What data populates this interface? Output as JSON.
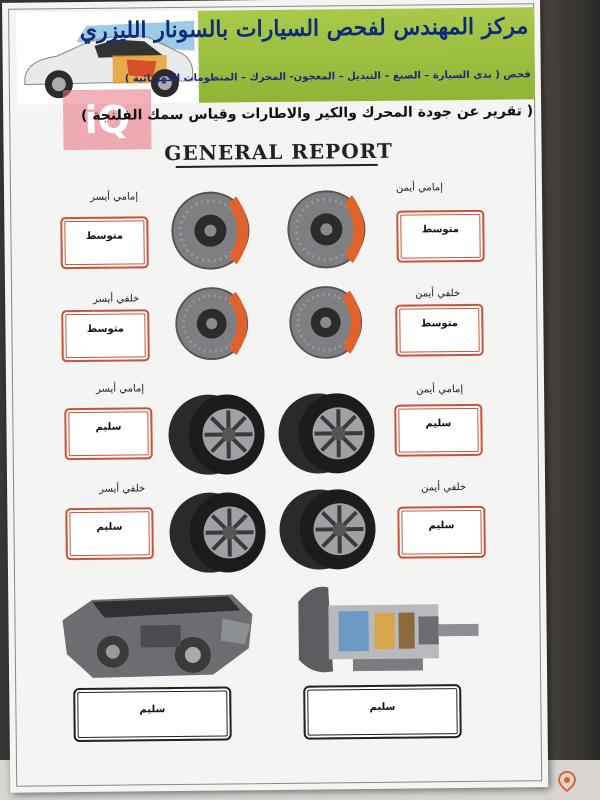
{
  "header": {
    "title": "مركز المهندس لفحص السيارات بالسونار الليزري",
    "services": "فحص ( بدي السيارة – الصبغ – التبديل – المعجون- المحرك – المنظومات الكهربائية )"
  },
  "watermark": "iQ",
  "subtitle": "( تقرير عن جودة المحرك والكير والاطارات وقياس سمك الفلنجة )",
  "report_title": "GENERAL REPORT",
  "brakes": {
    "front_left": {
      "label": "إمامي أيسر",
      "value": "متوسط"
    },
    "front_right": {
      "label": "إمامي أيمن",
      "value": "متوسط"
    },
    "rear_left": {
      "label": "خلفي أيسر",
      "value": "متوسط"
    },
    "rear_right": {
      "label": "خلفي أيمن",
      "value": "متوسط"
    }
  },
  "tires": {
    "front_left": {
      "label": "إمامي أيسر",
      "value": "سليم"
    },
    "front_right": {
      "label": "إمامي أيمن",
      "value": "سليم"
    },
    "rear_left": {
      "label": "خلفي أيسر",
      "value": "سليم"
    },
    "rear_right": {
      "label": "خلفي أيمن",
      "value": "سليم"
    }
  },
  "engine": {
    "value": "سليم"
  },
  "gearbox": {
    "value": "سليم"
  },
  "colors": {
    "accent": "#c9543a",
    "banner": "#9bbf42",
    "title_blue": "#0f2a7a",
    "disc_orange": "#e0622c"
  }
}
